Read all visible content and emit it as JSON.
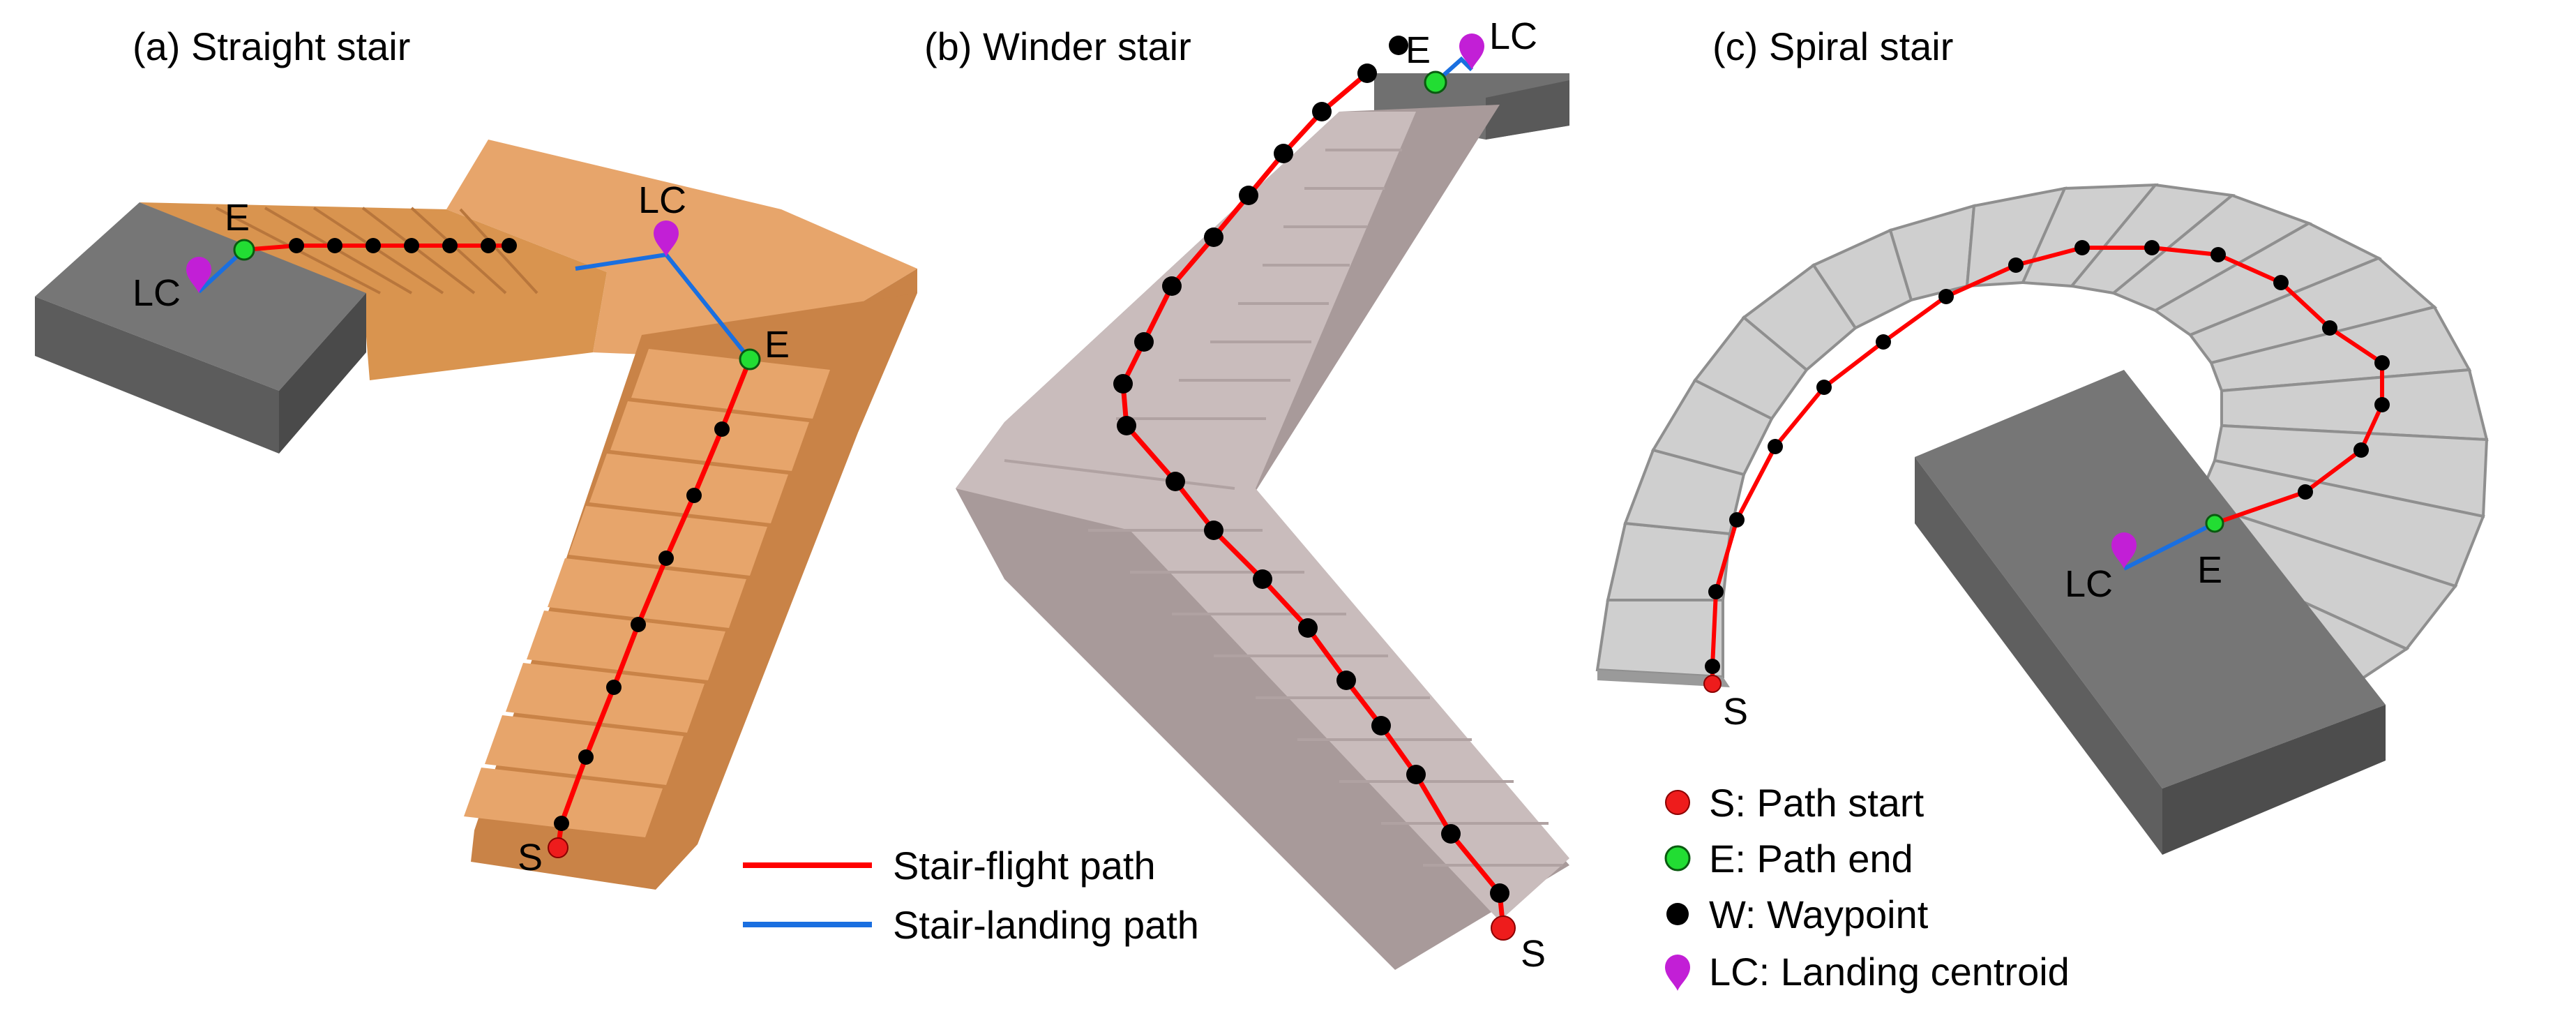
{
  "panels": {
    "a": {
      "title": "(a) Straight stair"
    },
    "b": {
      "title": "(b) Winder stair"
    },
    "c": {
      "title": "(c) Spiral stair"
    }
  },
  "point_labels": {
    "start": "S",
    "end": "E",
    "landing_centroid": "LC"
  },
  "legend_lines": {
    "flight": "Stair-flight path",
    "landing": "Stair-landing path"
  },
  "legend_markers": {
    "start": "S: Path start",
    "end": "E: Path end",
    "waypoint": "W: Waypoint",
    "landing_centroid": "LC: Landing centroid"
  },
  "colors": {
    "flight_path": "#ff0000",
    "landing_path": "#1a6fe0",
    "start_marker": "#ee1c1c",
    "end_marker": "#22dd33",
    "waypoint_marker": "#000000",
    "landing_centroid_marker": "#c21fd6",
    "straight_stair_wood": "#e7a56b",
    "winder_stair_concrete": "#c9bcbc",
    "spiral_stair_steps": "#cfcfcf",
    "landing_block": "#767676"
  }
}
